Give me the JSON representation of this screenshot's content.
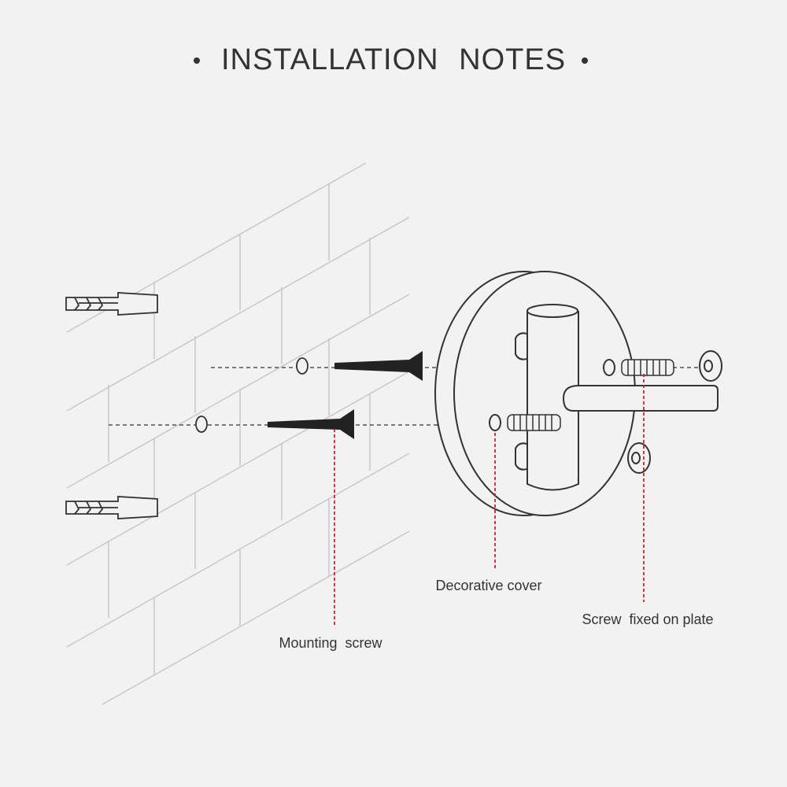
{
  "title": "INSTALLATION  NOTES",
  "labels": {
    "mounting_screw": "Mounting  screw",
    "decorative_cover": "Decorative cover",
    "screw_fixed": "Screw  fixed on plate"
  },
  "colors": {
    "background": "#f2f2f2",
    "line": "#333333",
    "leader": "#d0202a",
    "brick": "#c8c8c8"
  }
}
